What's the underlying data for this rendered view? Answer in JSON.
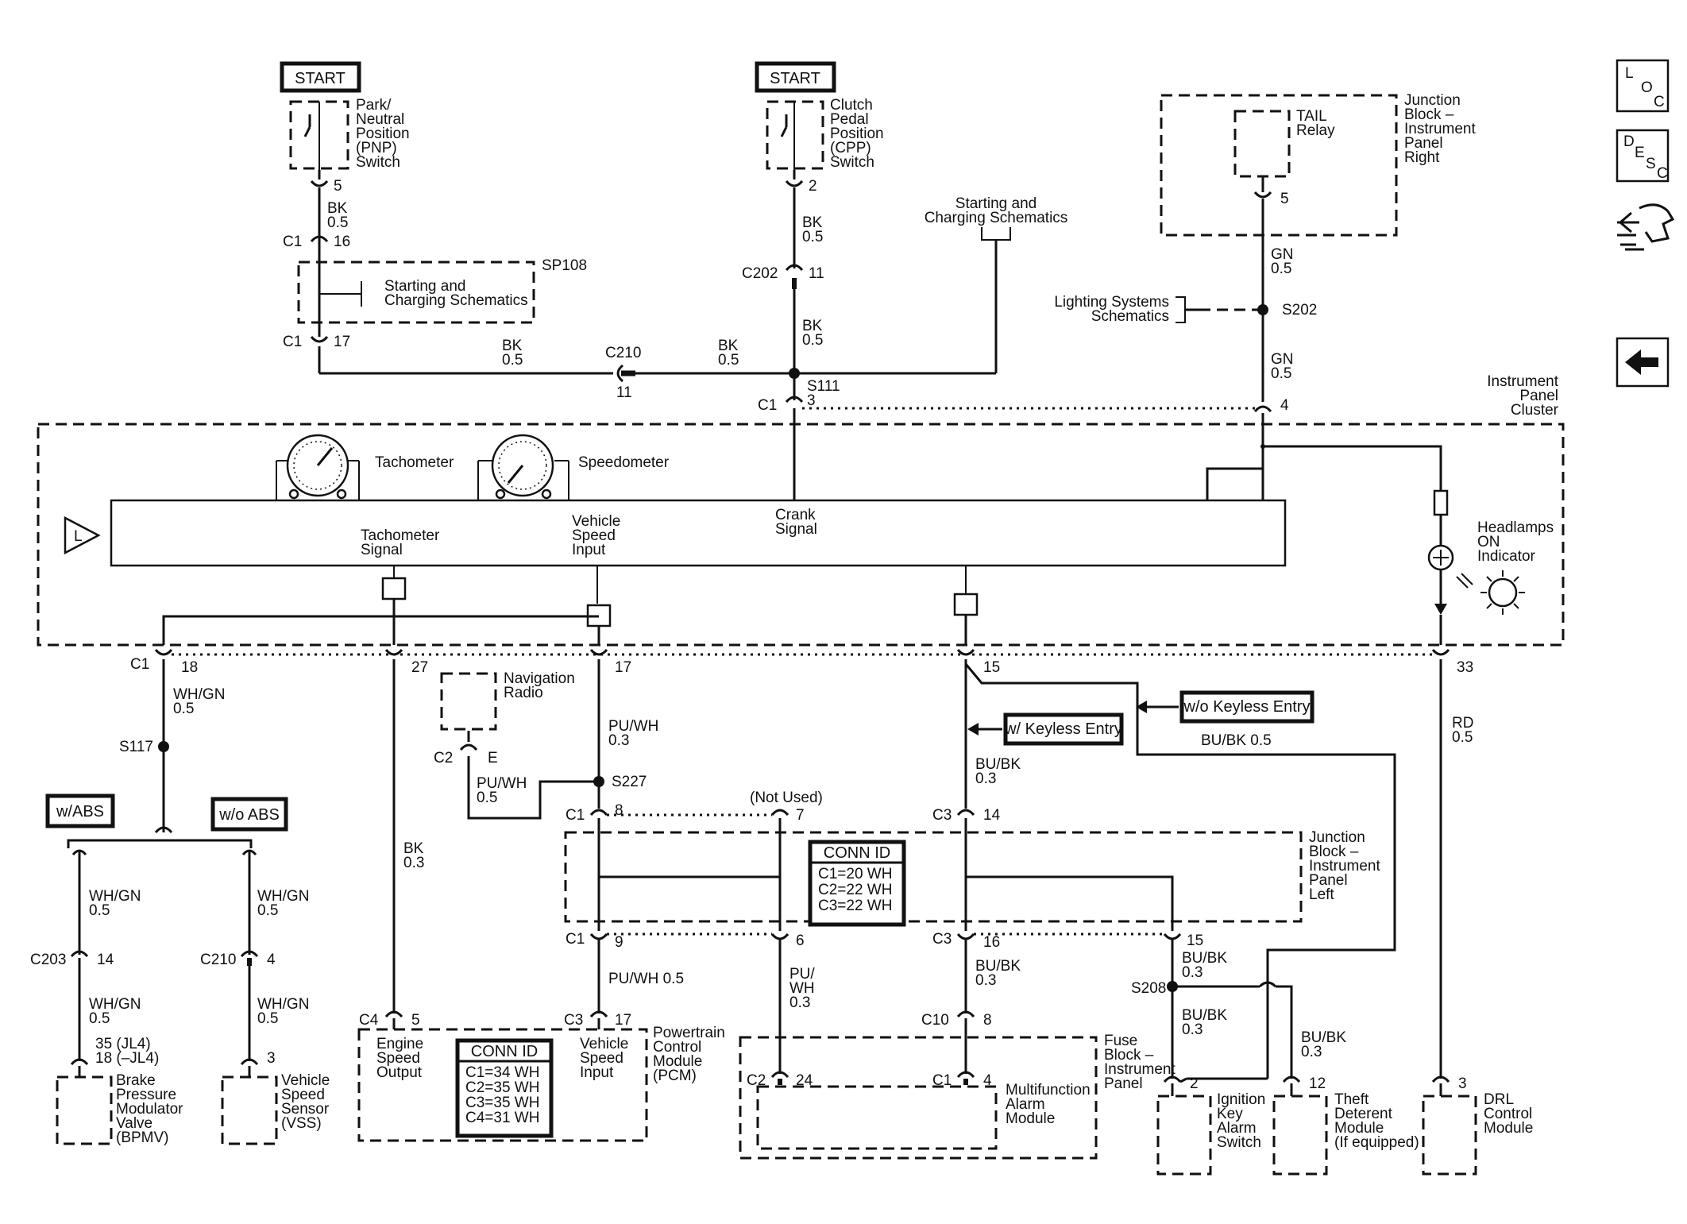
{
  "devices": {
    "pnp_start": "START",
    "pnp": [
      "Park/",
      "Neutral",
      "Position",
      "(PNP)",
      "Switch"
    ],
    "cpp_start": "START",
    "cpp": [
      "Clutch",
      "Pedal",
      "Position",
      "(CPP)",
      "Switch"
    ],
    "tail_relay": [
      "TAIL",
      "Relay"
    ],
    "jb_ipr": [
      "Junction",
      "Block –",
      "Instrument",
      "Panel",
      "Right"
    ],
    "ipc": [
      "Instrument",
      "Panel",
      "Cluster"
    ],
    "tachometer": "Tachometer",
    "speedometer": "Speedometer",
    "tach_signal": [
      "Tachometer",
      "Signal"
    ],
    "vss_input": [
      "Vehicle",
      "Speed",
      "Input"
    ],
    "crank_signal": [
      "Crank",
      "Signal"
    ],
    "headlamps": [
      "Headlamps",
      "ON",
      "Indicator"
    ],
    "nav_radio": [
      "Navigation",
      "Radio"
    ],
    "jb_ipl": [
      "Junction",
      "Block –",
      "Instrument",
      "Panel",
      "Left"
    ],
    "bpmv": [
      "Brake",
      "Pressure",
      "Modulator",
      "Valve",
      "(BPMV)"
    ],
    "vss": [
      "Vehicle",
      "Speed",
      "Sensor",
      "(VSS)"
    ],
    "pcm": [
      "Powertrain",
      "Control",
      "Module",
      "(PCM)"
    ],
    "pcm_eso": [
      "Engine",
      "Speed",
      "Output"
    ],
    "pcm_vsi": [
      "Vehicle",
      "Speed",
      "Input"
    ],
    "fuse_block": [
      "Fuse",
      "Block –",
      "Instrument",
      "Panel"
    ],
    "alarm_module": [
      "Multifunction",
      "Alarm",
      "Module"
    ],
    "ignition_switch": [
      "Ignition",
      "Key",
      "Alarm",
      "Switch"
    ],
    "theft_module": [
      "Theft",
      "Deterent",
      "Module",
      "(If equipped)"
    ],
    "drl_module": [
      "DRL",
      "Control",
      "Module"
    ]
  },
  "references": {
    "sc1": [
      "Starting and",
      "Charging Schematics"
    ],
    "sc2": [
      "Starting and",
      "Charging Schematics"
    ],
    "lighting": [
      "Lighting Systems",
      "Schematics"
    ],
    "sp108": "SP108"
  },
  "options": {
    "w_abs": "w/ABS",
    "wo_abs": "w/o ABS",
    "w_keyless": "w/ Keyless Entry",
    "wo_keyless": "w/o Keyless Entry",
    "not_used": "(Not Used)"
  },
  "conn_id_jb": {
    "title": "CONN ID",
    "rows": [
      "C1=20 WH",
      "C2=22 WH",
      "C3=22 WH"
    ]
  },
  "conn_id_pcm": {
    "title": "CONN ID",
    "rows": [
      "C1=34 WH",
      "C2=35 WH",
      "C3=35 WH",
      "C4=31 WH"
    ]
  },
  "wires": {
    "pnp_c1": [
      "BK",
      "0.5"
    ],
    "pnp_out": [
      "BK",
      "0.5"
    ],
    "c210_r": [
      "BK",
      "0.5"
    ],
    "cpp_out": [
      "BK",
      "0.5"
    ],
    "c202_out": [
      "BK",
      "0.5"
    ],
    "tail_out": [
      "GN",
      "0.5"
    ],
    "s202_out": [
      "GN",
      "0.5"
    ],
    "tach": [
      "WH/GN",
      "0.5"
    ],
    "abs_l": [
      "WH/GN",
      "0.5"
    ],
    "abs_r": [
      "WH/GN",
      "0.5"
    ],
    "bpmv": [
      "WH/GN",
      "0.5"
    ],
    "vss": [
      "WH/GN",
      "0.5"
    ],
    "bk03": [
      "BK",
      "0.3"
    ],
    "vsi": [
      "PU/WH",
      "0.3"
    ],
    "nav": [
      "PU/WH",
      "0.5"
    ],
    "pcm_vsi": "PU/WH 0.5",
    "pu_wh": [
      "PU/",
      "WH",
      "0.3"
    ],
    "c3_14": [
      "BU/BK",
      "0.3"
    ],
    "keyless": "BU/BK 0.5",
    "c3_16": [
      "BU/BK",
      "0.3"
    ],
    "jb_15": [
      "BU/BK",
      "0.3"
    ],
    "s208_l": [
      "BU/BK",
      "0.3"
    ],
    "s208_r": [
      "BU/BK",
      "0.3"
    ],
    "drl": [
      "RD",
      "0.5"
    ]
  },
  "connectors": {
    "pnp_5": "5",
    "c1": "C1",
    "c1_16": "16",
    "c1_17": "17",
    "cpp_2": "2",
    "c202": "C202",
    "c202_11": "11",
    "c210": "C210",
    "c210_11": "11",
    "tail_5": "5",
    "s111_c1": "C1",
    "s111_3": "3",
    "ipc_4": "4",
    "c1_18": "18",
    "c1_27": "27",
    "c1_17b": "17",
    "c1_15": "15",
    "c1_33": "33",
    "c2": "C2",
    "nav_e": "E",
    "c1_8l": "C1",
    "c1_8": "8",
    "c1_7": "7",
    "c3_14l": "C3",
    "c3_14": "14",
    "c1_9l": "C1",
    "c1_9": "9",
    "c1_6": "6",
    "c3_16l": "C3",
    "c3_16": "16",
    "c3_15": "15",
    "c203": "C203",
    "c203_14": "14",
    "c210b": "C210",
    "c210b_4": "4",
    "bpmv_pin": "35 (JL4)",
    "bpmv_pin2": "18 (–JL4)",
    "vss_3": "3",
    "c4": "C4",
    "c4_5": "5",
    "c3_17l": "C3",
    "c3_17": "17",
    "c10": "C10",
    "c10_8": "8",
    "c2b": "C2",
    "c2_24": "24",
    "c1b": "C1",
    "c1b_4": "4",
    "ign_2": "2",
    "theft_12": "12",
    "drl_3": "3"
  },
  "splices": {
    "s202": "S202",
    "s111": "S111",
    "s117": "S117",
    "s227": "S227",
    "s208": "S208"
  },
  "nav_icons": {
    "loc": [
      "L",
      "O",
      "C"
    ],
    "desc": [
      "D",
      "E",
      "S",
      "C"
    ]
  }
}
